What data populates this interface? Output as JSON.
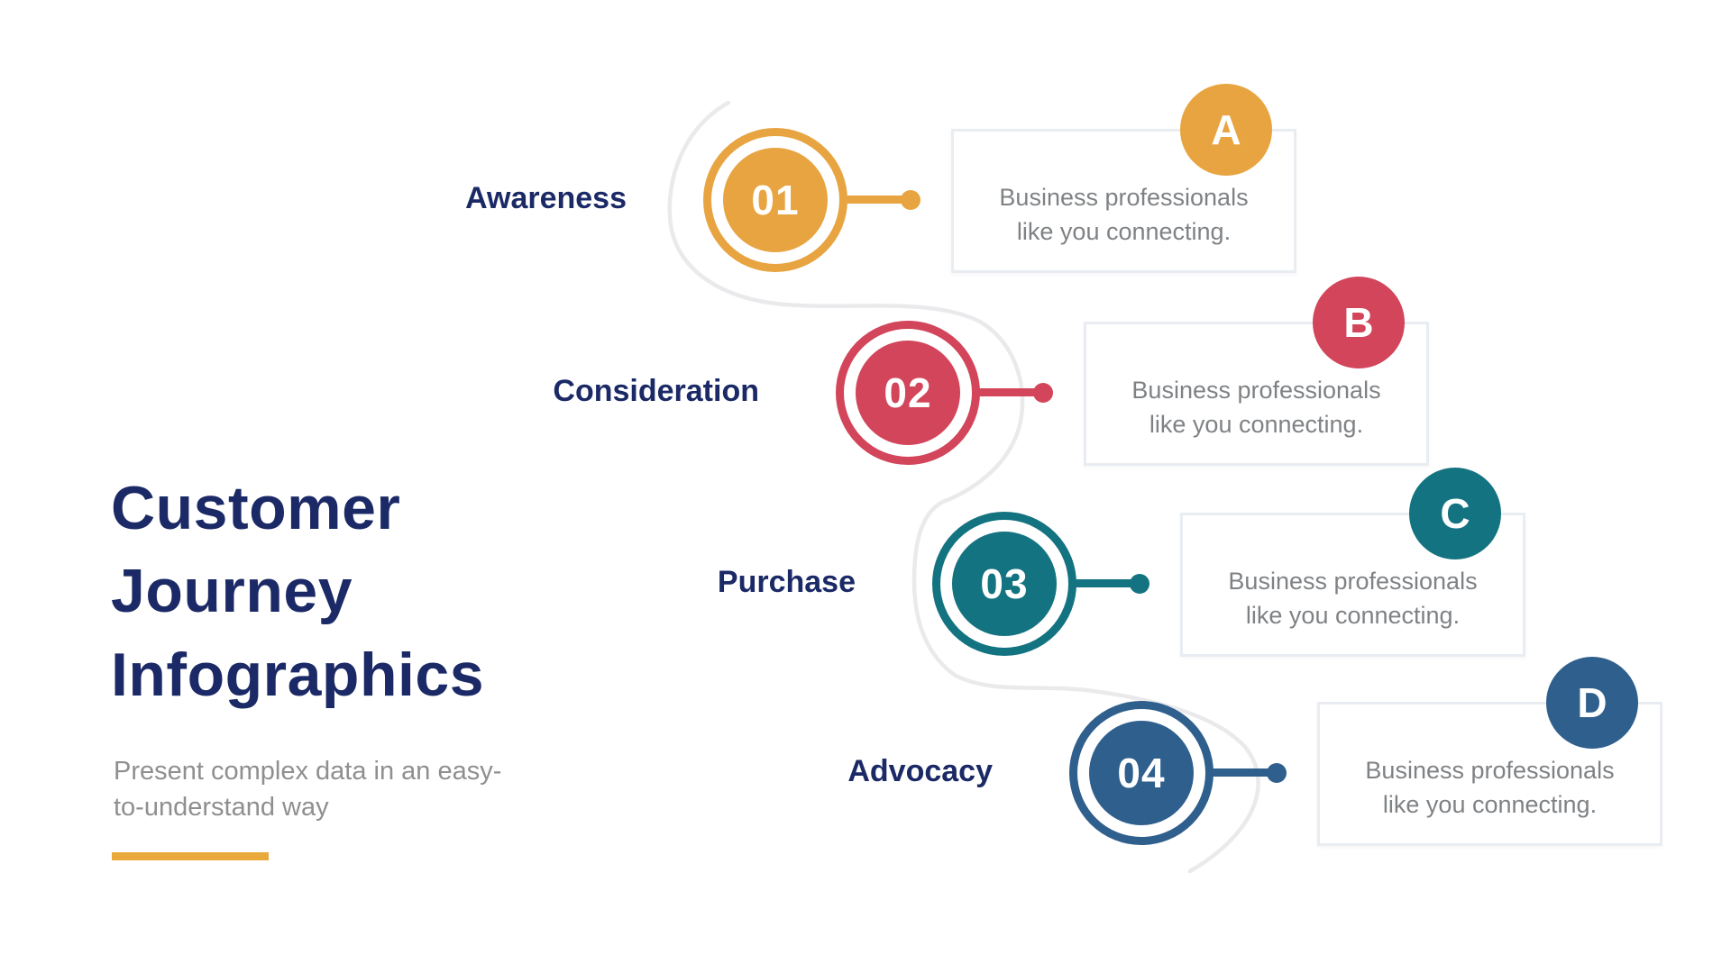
{
  "title": {
    "line1": "Customer",
    "line2": "Journey",
    "line3": "Infographics",
    "subtitle": "Present complex data in an easy-to-understand way",
    "text_color": "#1b2a66",
    "subtitle_color": "#8f8f8f",
    "underline_color": "#e9a93d"
  },
  "path": {
    "color": "#eaeaec"
  },
  "steps": [
    {
      "number": "01",
      "label": "Awareness",
      "letter": "A",
      "color": "#e8a440",
      "description": "Business professionals like you connecting."
    },
    {
      "number": "02",
      "label": "Consideration",
      "letter": "B",
      "color": "#d2455a",
      "description": "Business professionals like you connecting."
    },
    {
      "number": "03",
      "label": "Purchase",
      "letter": "C",
      "color": "#137380",
      "description": "Business professionals like you connecting."
    },
    {
      "number": "04",
      "label": "Advocacy",
      "letter": "D",
      "color": "#2f5f8d",
      "description": "Business professionals like you connecting."
    }
  ]
}
